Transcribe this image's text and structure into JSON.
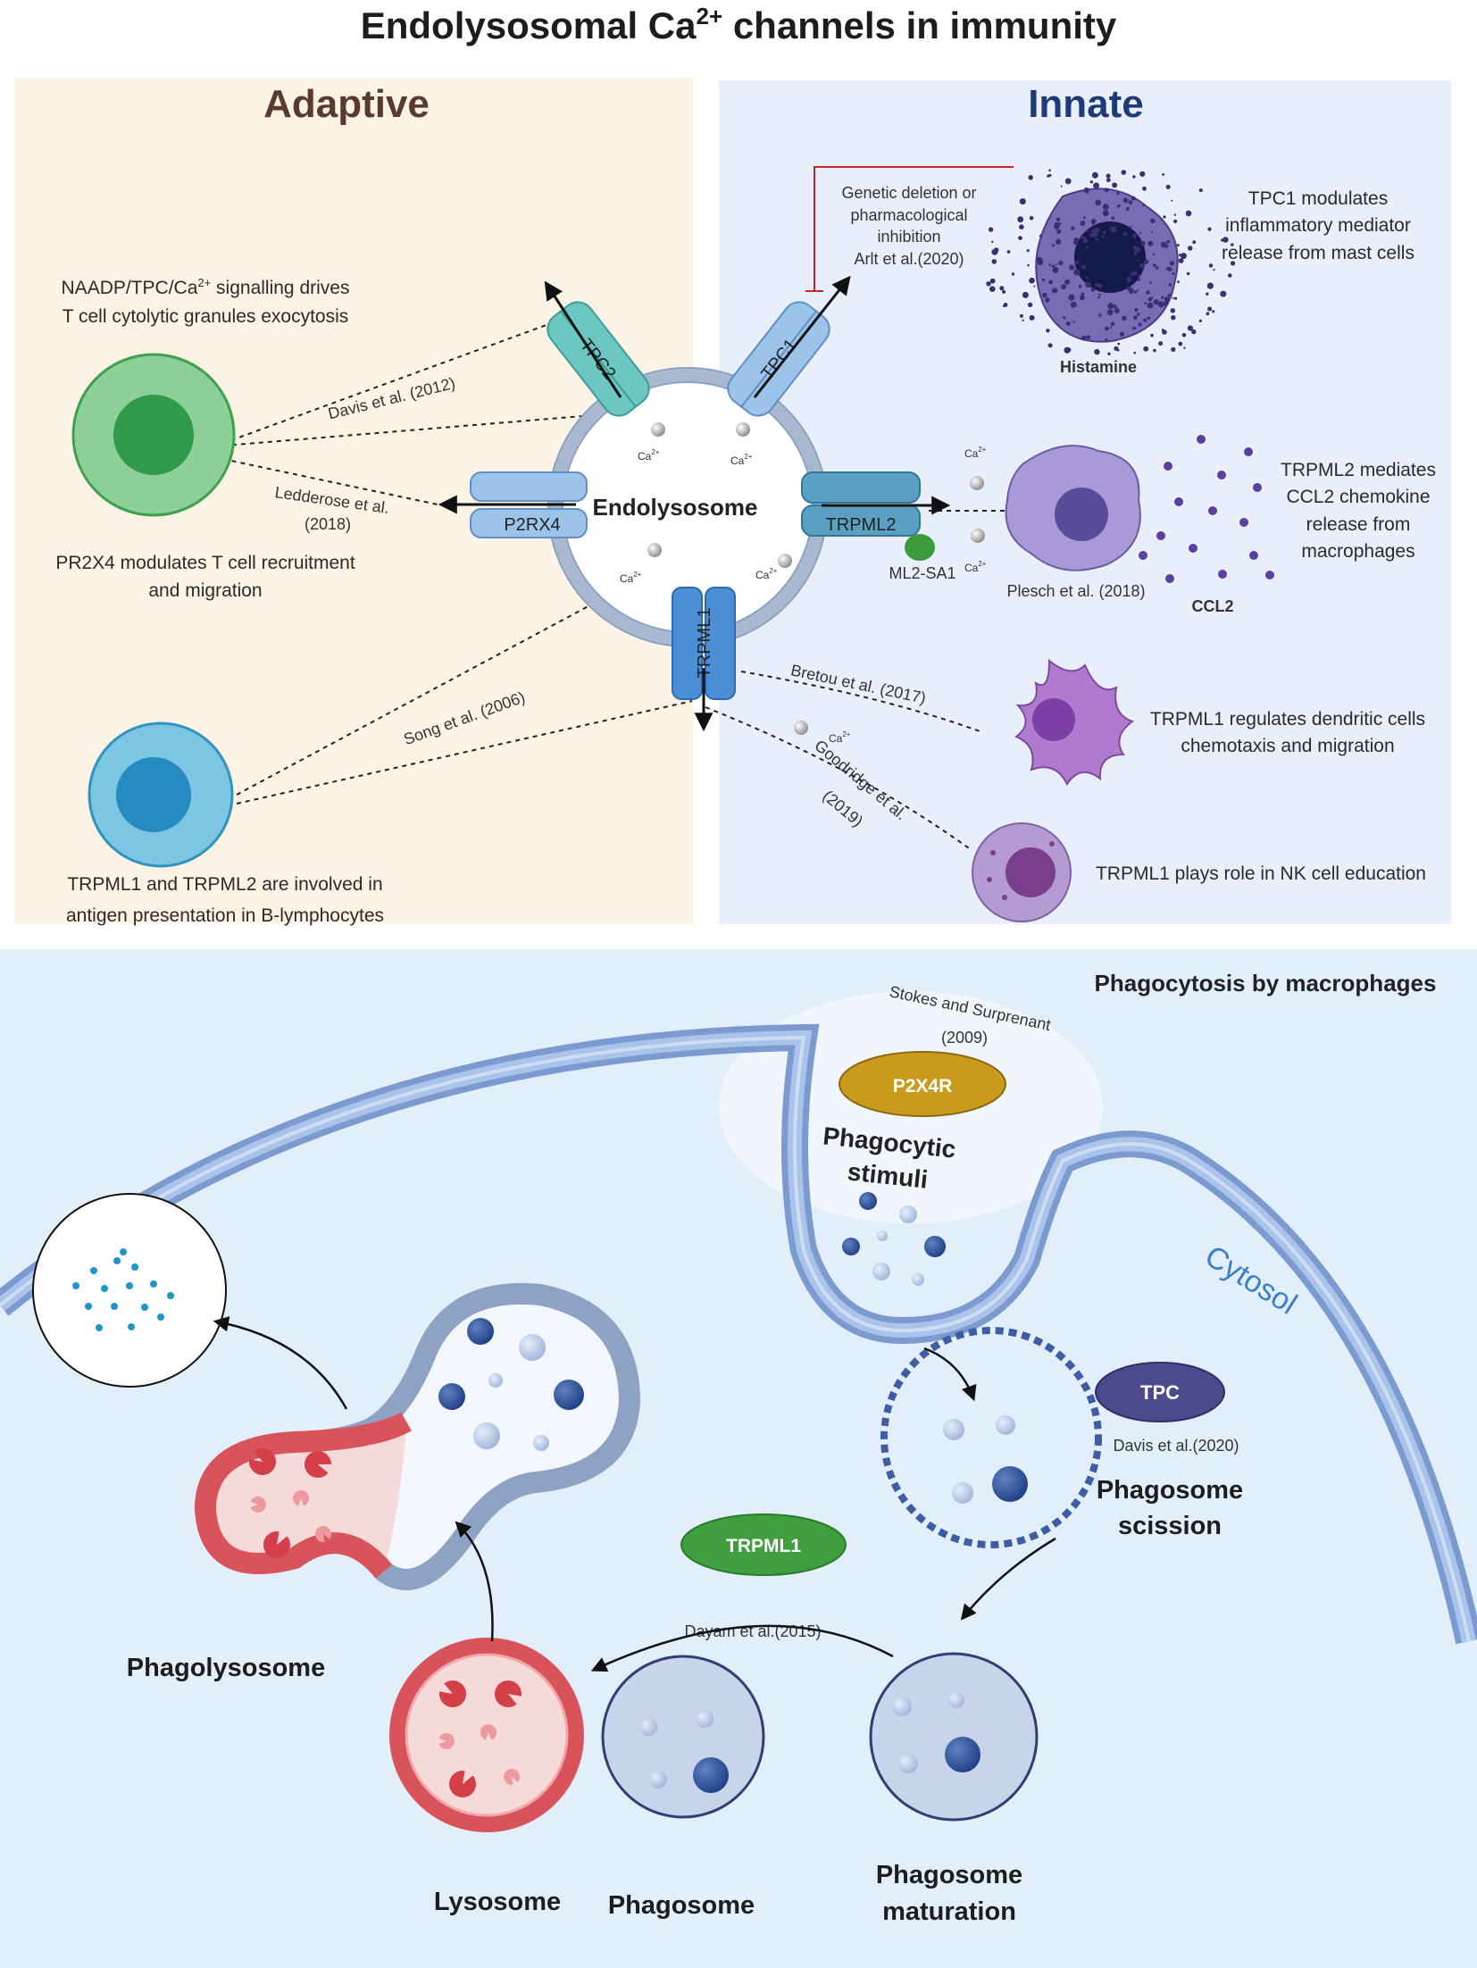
{
  "title": {
    "main": "Endolysosomal Ca",
    "sup": "2+",
    "rest": " channels in immunity"
  },
  "adaptive": {
    "heading": "Adaptive",
    "tcell_text_1": "NAADP/TPC/Ca",
    "tcell_text_1_sup": "2+",
    "tcell_text_1_end": " signalling drives",
    "tcell_text_2": "T cell cytolytic granules exocytosis",
    "p2rx4_text_1": "PR2X4 modulates T cell  recruitment",
    "p2rx4_text_2": "and migration",
    "bcell_text_1": "TRPML1 and TRPML2  are involved in",
    "bcell_text_2": "antigen presentation in B-lymphocytes",
    "ref_davis_2012": "Davis et al. (2012)",
    "ref_ledderose_1": "Ledderose et al.",
    "ref_ledderose_2": "(2018)",
    "ref_song": "Song et al. (2006)"
  },
  "center": {
    "label": "Endolysosome",
    "channels": {
      "tpc2": "TPC2",
      "tpc1": "TPC1",
      "p2rx4": "P2RX4",
      "trpml2": "TRPML2",
      "trpml1": "TRPML1"
    },
    "ml2sa1": "ML2-SA1",
    "ca_label": "Ca",
    "ca_sup": "2+"
  },
  "innate": {
    "heading": "Innate",
    "inhibition_1": "Genetic deletion or",
    "inhibition_2": "pharmacological",
    "inhibition_3": "inhibition",
    "inhibition_4": "Arlt et al.(2020)",
    "mast_text_1": "TPC1 modulates",
    "mast_text_2": "inflammatory mediator",
    "mast_text_3": "release from mast cells",
    "histamine": "Histamine",
    "macro_text_1": "TRPML2 mediates",
    "macro_text_2": "CCL2 chemokine",
    "macro_text_3": "release from",
    "macro_text_4": "macrophages",
    "ref_plesch": "Plesch et al. (2018)",
    "ccl2": "CCL2",
    "ref_bretou": "Bretou et al. (2017)",
    "dc_text_1": "TRPML1 regulates dendritic cells",
    "dc_text_2": "chemotaxis and migration",
    "ref_goodridge_1": "Goodridge et al.",
    "ref_goodridge_2": "(2019)",
    "nk_text": "TRPML1 plays role in NK cell education"
  },
  "phagocytosis": {
    "heading": "Phagocytosis by macrophages",
    "ref_stokes_1": "Stokes and Surprenant",
    "ref_stokes_2": "(2009)",
    "p2x4r": "P2X4R",
    "stimuli_1": "Phagocytic",
    "stimuli_2": "stimuli",
    "cytosol": "Cytosol",
    "tpc": "TPC",
    "ref_davis_2020": "Davis et al.(2020)",
    "scission_1": "Phagosome",
    "scission_2": "scission",
    "trpml1": "TRPML1",
    "ref_dayam": "Dayam et al.(2015)",
    "phagolysosome": "Phagolysosome",
    "lysosome": "Lysosome",
    "phagosome": "Phagosome",
    "maturation_1": "Phagosome",
    "maturation_2": "maturation"
  },
  "colors": {
    "adaptive_bg": "#fdf3e4",
    "innate_bg": "#e8eefa",
    "phago_bg": "#e3eefb",
    "adaptive_head": "#5a3a2e",
    "innate_head": "#1f3b77",
    "tpc_teal": "#6cc7c3",
    "channel_blue": "#9cc3ea",
    "trpml1_blue": "#4d8fd6",
    "ml2sa1_green": "#3b9a3b",
    "p2x4r_gold": "#c99a1c",
    "tpc_navy": "#4a4a8c",
    "trpml1_green": "#3f9f3f",
    "membrane": "#6f94cf",
    "lysosome_red": "#d9535a",
    "cytosol_text": "#3a7fc7"
  }
}
